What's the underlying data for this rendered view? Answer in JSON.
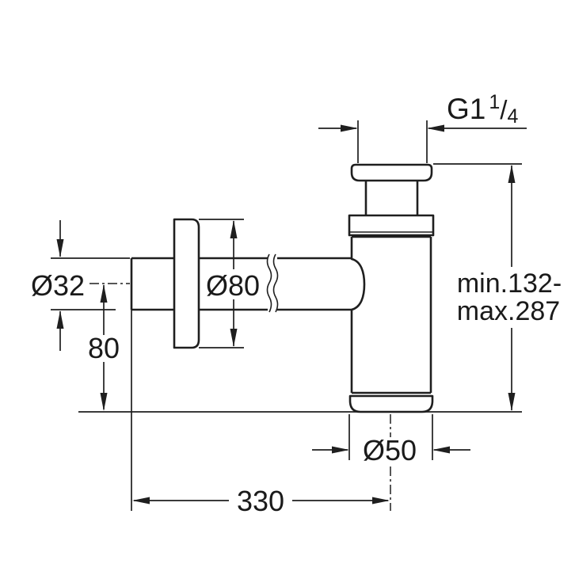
{
  "canvas": {
    "background": "#ffffff",
    "line_color": "#1f1f1f",
    "text_color": "#1a1a1a"
  },
  "dimensions": {
    "thread": {
      "base": "G1",
      "sup": "1",
      "slash": "/",
      "sub": "4"
    },
    "inlet_diameter": "Ø32",
    "escutcheon_diameter": "Ø80",
    "outlet_center_height": "80",
    "installation_depth": "330",
    "body_diameter": "Ø50",
    "height_range_line1": "min.132-",
    "height_range_line2": "max.287"
  }
}
